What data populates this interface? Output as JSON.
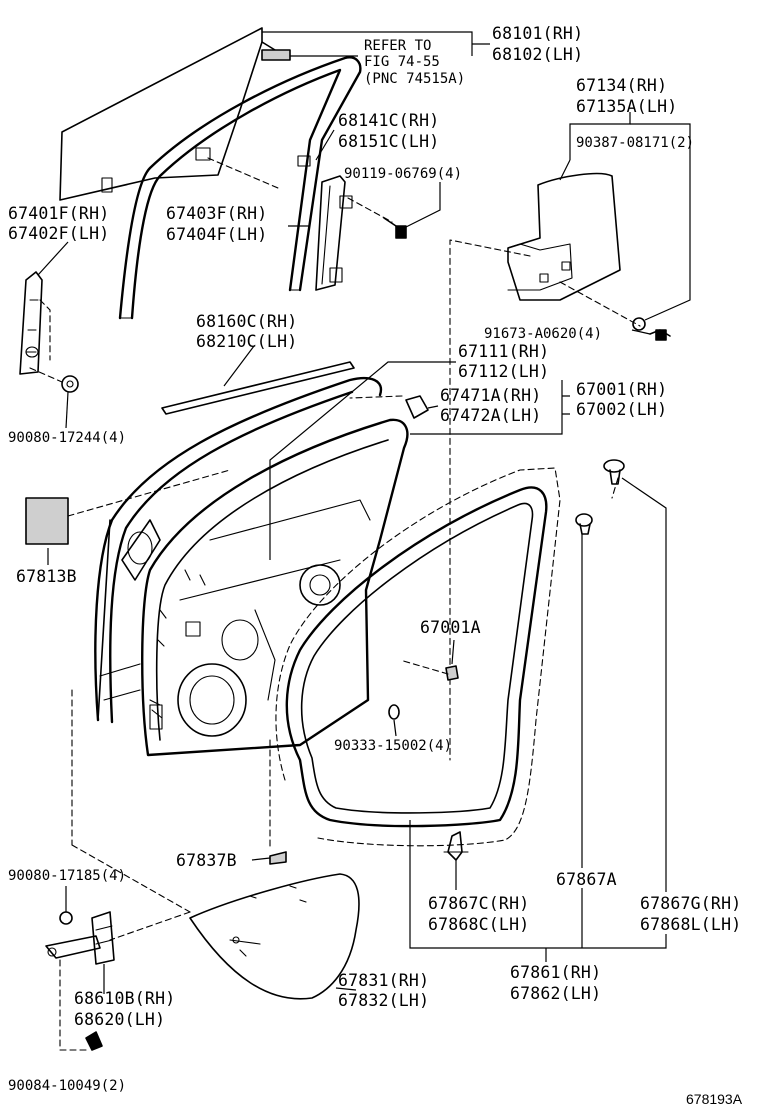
{
  "labels": {
    "p68101": "68101(RH)",
    "p68102": "68102(LH)",
    "refer1": "REFER TO",
    "refer2": "FIG 74-55",
    "refer3": "(PNC 74515A)",
    "p67134": "67134(RH)",
    "p67135a": "67135A(LH)",
    "p90387": "90387-08171(2)",
    "p68141c": "68141C(RH)",
    "p68151c": "68151C(LH)",
    "p90119": "90119-06769(4)",
    "p67401f": "67401F(RH)",
    "p67402f": "67402F(LH)",
    "p67403f": "67403F(RH)",
    "p67404f": "67404F(LH)",
    "p68160c": "68160C(RH)",
    "p68210c": "68210C(LH)",
    "p91673": "91673-A0620(4)",
    "p67111": "67111(RH)",
    "p67112": "67112(LH)",
    "p67471a": "67471A(RH)",
    "p67472a": "67472A(LH)",
    "p67001": "67001(RH)",
    "p67002": "67002(LH)",
    "p90080a": "90080-17244(4)",
    "p67813b": "67813B",
    "p67001a": "67001A",
    "p90333": "90333-15002(4)",
    "p67837b": "67837B",
    "p90080b": "90080-17185(4)",
    "p67867a": "67867A",
    "p67867c": "67867C(RH)",
    "p67868c": "67868C(LH)",
    "p67867g": "67867G(RH)",
    "p67868l": "67868L(LH)",
    "p68610b": "68610B(RH)",
    "p68620": "68620(LH)",
    "p67831": "67831(RH)",
    "p67832": "67832(LH)",
    "p67861": "67861(RH)",
    "p67862": "67862(LH)",
    "p90084": "90084-10049(2)",
    "figure_code": "678193A"
  },
  "icons": [
    "door-glass-icon",
    "glass-run-icon",
    "door-frame-icon",
    "weatherstrip-icon",
    "belt-moulding-icon",
    "window-regulator-icon",
    "hinge-icon",
    "service-hole-cover-icon",
    "bolt-icon",
    "clip-icon",
    "nut-icon",
    "cushion-icon",
    "door-check-icon",
    "mirror-cover-icon"
  ]
}
